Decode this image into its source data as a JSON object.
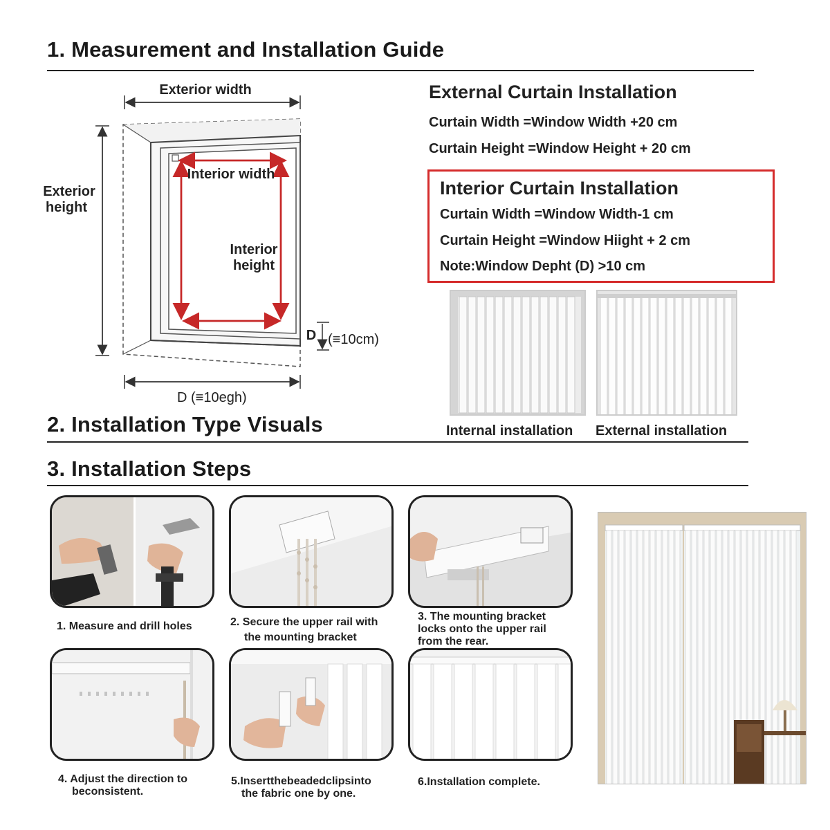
{
  "sections": {
    "guide_title": "1. Measurement and Installation Guide",
    "visuals_title": "2. Installation Type Visuals",
    "steps_title": "3. Installation Steps"
  },
  "diagram": {
    "exterior_width": "Exterior width",
    "exterior_height_line1": "Exterior",
    "exterior_height_line2": "height",
    "interior_width": "Interior width",
    "interior_height_line1": "Interior",
    "interior_height_line2": "height",
    "depth_letter": "D",
    "depth_value": "(≡10cm)",
    "bottom_label": "D (≡10egh)"
  },
  "external_install": {
    "title": "External Curtain Installation",
    "width_formula": "Curtain Width =Window Width +20 cm",
    "height_formula": "Curtain Height =Window Height + 20 cm"
  },
  "interior_install": {
    "title": "Interior Curtain Installation",
    "width_formula": "Curtain Width =Window Width-1 cm",
    "height_formula": "Curtain Height =Window Hiight + 2 cm",
    "note": "Note:Window Depht (D) >10 cm"
  },
  "visuals": {
    "internal_caption": "Internal installation",
    "external_caption": "External installation"
  },
  "steps": [
    {
      "lines": [
        "1. Measure and drill holes"
      ]
    },
    {
      "lines": [
        "2. Secure the upper rail with",
        "the mounting bracket"
      ]
    },
    {
      "lines": [
        "3. The mounting bracket",
        "locks onto the upper rail",
        "from the rear."
      ]
    },
    {
      "lines": [
        "4. Adjust the direction to",
        "beconsistent."
      ]
    },
    {
      "lines": [
        "5.Insertthebeadedclipsinto",
        "the fabric one by one."
      ]
    },
    {
      "lines": [
        "6.Installation complete."
      ]
    }
  ],
  "colors": {
    "accent_red": "#d52b2b",
    "diagram_red": "#c62828",
    "text": "#222222"
  }
}
